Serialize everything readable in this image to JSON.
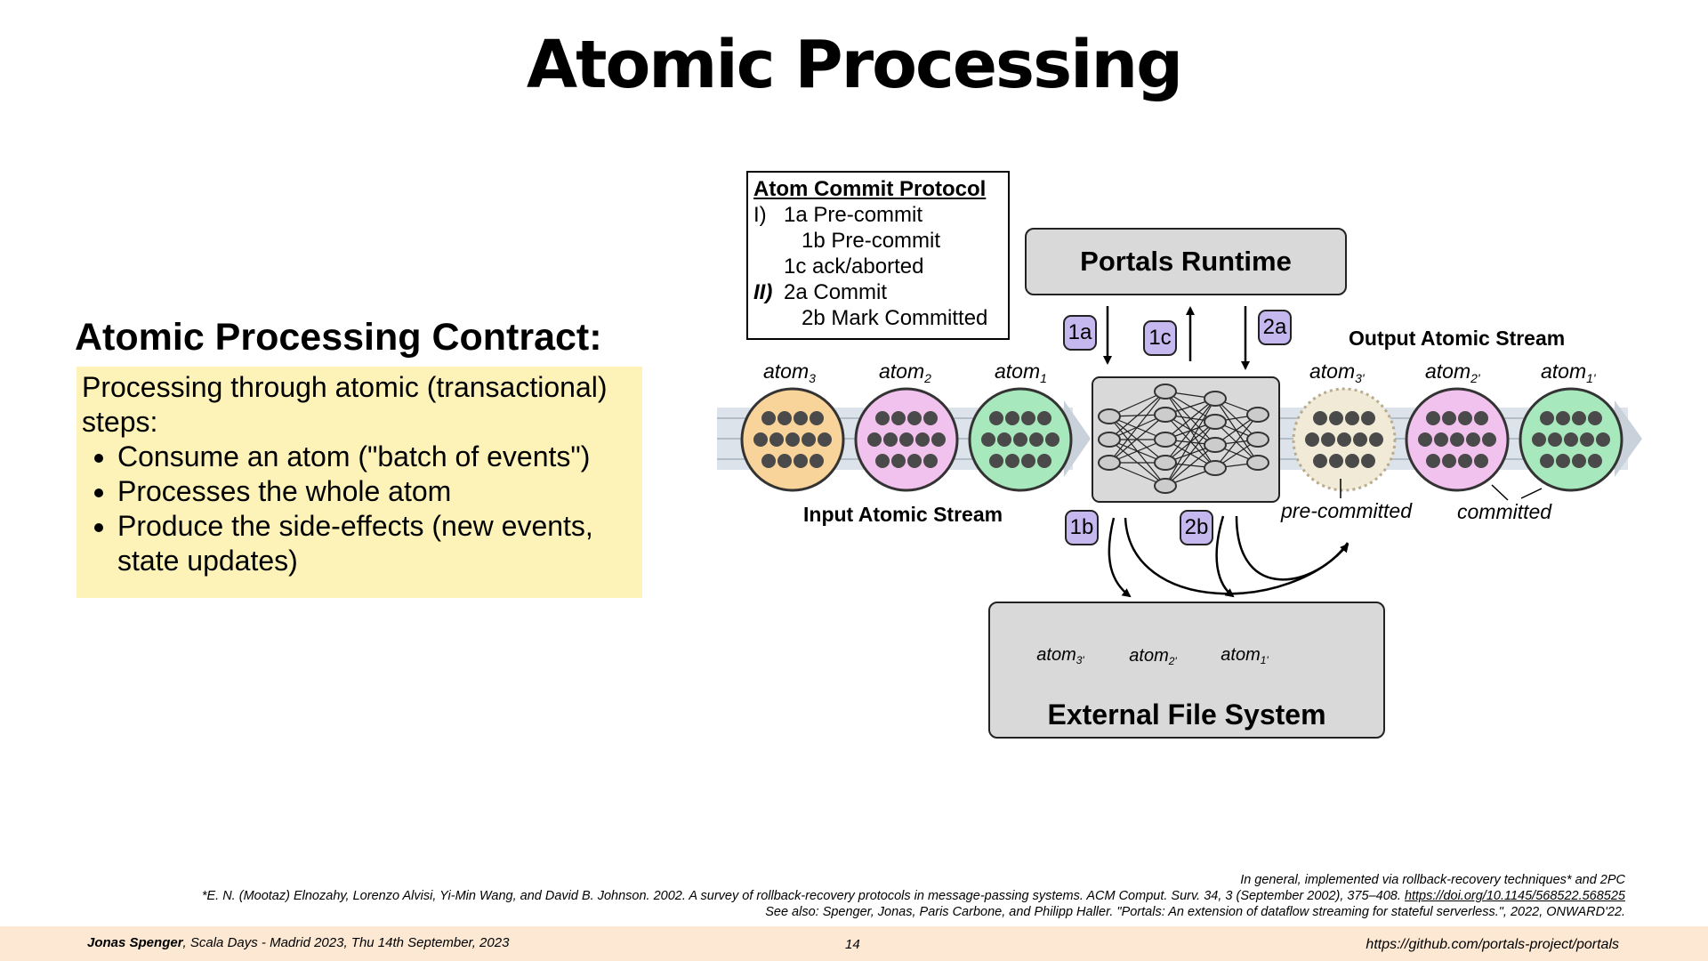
{
  "title": "Atomic Processing",
  "contract": {
    "heading": "Atomic Processing Contract:",
    "intro": "Processing through atomic (transactional) steps:",
    "bullets": [
      "Consume an atom (\"batch of events\")",
      "Processes the whole atom",
      "Produce the side-effects (new events, state updates)"
    ],
    "highlight_color": "#fdf2b8"
  },
  "protocol": {
    "heading": "Atom Commit Protocol",
    "rows": [
      {
        "prefix": "I)",
        "text": "1a Pre-commit"
      },
      {
        "prefix": "",
        "text": "1b Pre-commit"
      },
      {
        "prefix": "",
        "text": "1c ack/aborted"
      },
      {
        "prefix": "II)",
        "text": "2a Commit"
      },
      {
        "prefix": "",
        "text": "2b Mark Committed"
      }
    ]
  },
  "diagram": {
    "runtime_label": "Portals Runtime",
    "input_stream_label": "Input Atomic Stream",
    "output_stream_label": "Output Atomic Stream",
    "input_atoms": [
      {
        "name": "atom",
        "sub": "3",
        "color": "#f9d49a"
      },
      {
        "name": "atom",
        "sub": "2",
        "color": "#f2c2ef"
      },
      {
        "name": "atom",
        "sub": "1",
        "color": "#a8e8bd"
      }
    ],
    "output_atoms": [
      {
        "name": "atom",
        "sub": "3'",
        "color": "#f1ead7"
      },
      {
        "name": "atom",
        "sub": "2'",
        "color": "#f2c2ef"
      },
      {
        "name": "atom",
        "sub": "1'",
        "color": "#a8e8bd"
      }
    ],
    "badges": [
      "1a",
      "1c",
      "2a",
      "1b",
      "2b"
    ],
    "badge_color": "#c4b8ef",
    "state_labels": {
      "pre_committed": "pre-committed",
      "committed": "committed"
    },
    "file_system": {
      "label": "External File System",
      "files": [
        {
          "name": "atom",
          "sub": "3'"
        },
        {
          "name": "atom",
          "sub": "2'"
        },
        {
          "name": "atom",
          "sub": "1'"
        }
      ]
    }
  },
  "footnotes": {
    "line1": "In general, implemented via rollback-recovery techniques* and 2PC",
    "line2": "*E. N. (Mootaz) Elnozahy, Lorenzo Alvisi, Yi-Min Wang, and David B. Johnson. 2002. A survey of rollback-recovery protocols in message-passing systems. ACM Comput. Surv. 34, 3 (September 2002), 375–408. ",
    "line2_link": "https://doi.org/10.1145/568522.568525",
    "line3": "See also: Spenger, Jonas, Paris Carbone, and Philipp Haller. \"Portals: An extension of dataflow streaming for stateful serverless.\", 2022, ONWARD'22."
  },
  "footer": {
    "author": "Jonas Spenger",
    "event": ", Scala Days - Madrid 2023, Thu 14th September, 2023",
    "page": "14",
    "url": "https://github.com/portals-project/portals",
    "color": "#fce8d3"
  }
}
